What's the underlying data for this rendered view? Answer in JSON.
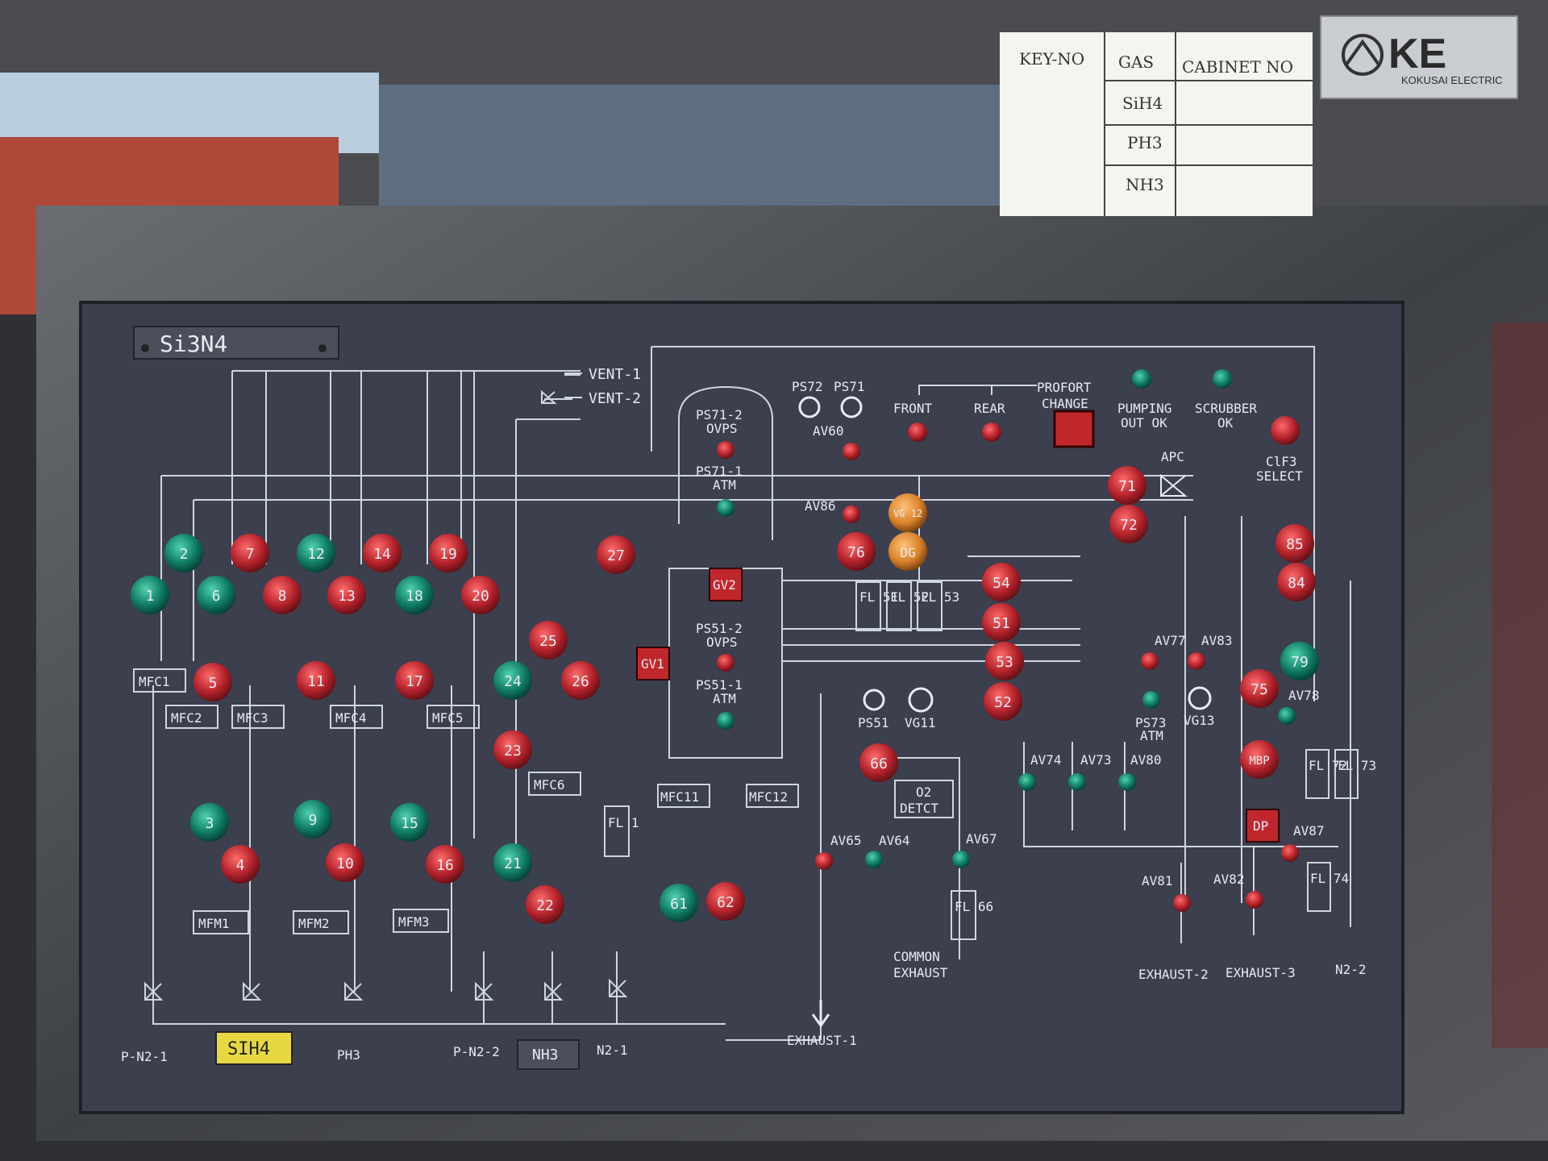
{
  "label_table": {
    "headers": [
      "KEY-NO",
      "GAS",
      "CABINET NO"
    ],
    "gases": [
      "SiH4",
      "PH3",
      "NH3"
    ]
  },
  "brand": {
    "logo": "KE",
    "name": "KOKUSAI ELECTRIC"
  },
  "panel": {
    "title": "Si3N4",
    "vent_labels": [
      "VENT-1",
      "VENT-2"
    ],
    "mfc_labels": [
      "MFC1",
      "MFC2",
      "MFC3",
      "MFC4",
      "MFC5",
      "MFC6",
      "MFC11",
      "MFC12"
    ],
    "mfm_labels": [
      "MFM1",
      "MFM2",
      "MFM3"
    ],
    "chamber_labels": {
      "ps71_2": [
        "PS71-2",
        "OVPS"
      ],
      "ps71_1": [
        "PS71-1",
        "ATM"
      ],
      "ps51_2": [
        "PS51-2",
        "OVPS"
      ],
      "ps51_1": [
        "PS51-1",
        "ATM"
      ]
    },
    "gauges": [
      "PS72",
      "PS71",
      "PS51",
      "VG11",
      "VG13"
    ],
    "valve_labels": [
      "AV60",
      "AV86",
      "AV65",
      "AV64",
      "AV67",
      "AV74",
      "AV73",
      "AV80",
      "AV77",
      "AV83",
      "AV78",
      "AV87",
      "AV81",
      "AV82",
      "APC"
    ],
    "filter_labels": [
      "FL 51",
      "FL 52",
      "FL 53",
      "FL 1",
      "FL 66",
      "FL 72",
      "FL 73",
      "FL 74"
    ],
    "o2_label": [
      "O2",
      "DETCT"
    ],
    "common_exhaust": [
      "COMMON",
      "EXHAUST"
    ],
    "ps73_label": [
      "PS73",
      "ATM"
    ],
    "status_labels": {
      "front": "FRONT",
      "rear": "REAR",
      "profort": [
        "PROFORT",
        "CHANGE"
      ],
      "pumping": [
        "PUMPING",
        "OUT OK"
      ],
      "scrubber": [
        "SCRUBBER",
        "OK"
      ],
      "clf3": [
        "ClF3",
        "SELECT"
      ]
    },
    "outputs": [
      "EXHAUST-1",
      "EXHAUST-2",
      "EXHAUST-3",
      "N2-2"
    ],
    "inputs": [
      "P-N2-1",
      "PH3",
      "P-N2-2",
      "N2-1"
    ],
    "gas_tags": [
      "SIH4",
      "NH3"
    ],
    "square_buttons": [
      "GV2",
      "GV1",
      "DP"
    ],
    "lamps": {
      "l1": "1",
      "l2": "2",
      "l3": "3",
      "l4": "4",
      "l5": "5",
      "l6": "6",
      "l7": "7",
      "l8": "8",
      "l9": "9",
      "l10": "10",
      "l11": "11",
      "l12": "12",
      "l13": "13",
      "l14": "14",
      "l15": "15",
      "l16": "16",
      "l17": "17",
      "l18": "18",
      "l19": "19",
      "l20": "20",
      "l21": "21",
      "l22": "22",
      "l23": "23",
      "l24": "24",
      "l25": "25",
      "l26": "26",
      "l27": "27",
      "l51": "51",
      "l52": "52",
      "l53": "53",
      "l54": "54",
      "l61": "61",
      "l62": "62",
      "l66": "66",
      "l71": "71",
      "l72": "72",
      "l75": "75",
      "l76": "76",
      "l79": "79",
      "l84": "84",
      "l85": "85",
      "vg12": "VG 12",
      "dg": "DG",
      "mbp": "MBP"
    },
    "colors": {
      "panel": "#3b3f4e",
      "lines": "#cfd7de",
      "red_lamp": "#b3222b",
      "green_lamp": "#0f7a63",
      "amber_lamp": "#d9822b"
    }
  }
}
